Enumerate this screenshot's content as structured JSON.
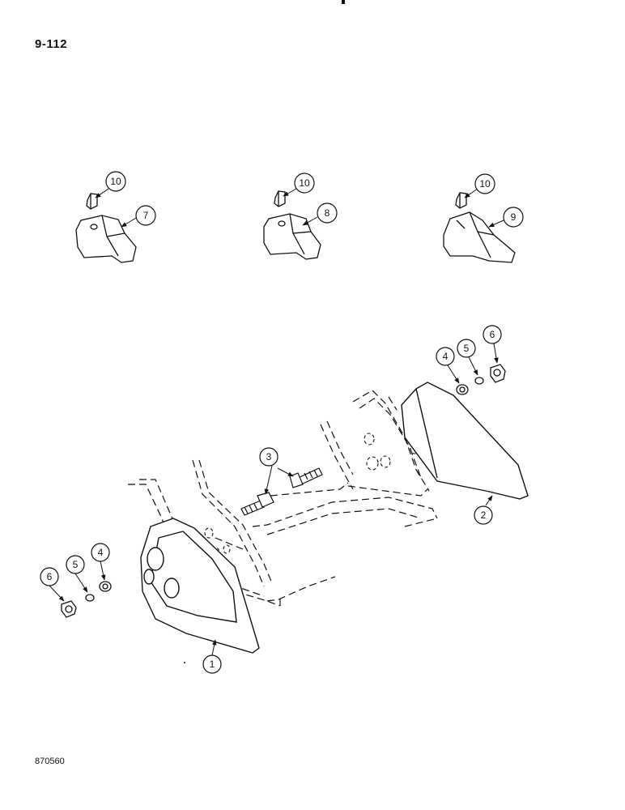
{
  "page_number": "9-112",
  "drawing_code": "870560",
  "callouts": {
    "tooth_a_pin": "10",
    "tooth_a": "7",
    "tooth_b_pin": "10",
    "tooth_b": "8",
    "tooth_c_pin": "10",
    "tooth_c": "9",
    "right_washer": "4",
    "right_ring": "5",
    "right_nut": "6",
    "bolts": "3",
    "right_cutter": "2",
    "left_nut": "6",
    "left_ring": "5",
    "left_washer": "4",
    "left_cutter": "1"
  }
}
